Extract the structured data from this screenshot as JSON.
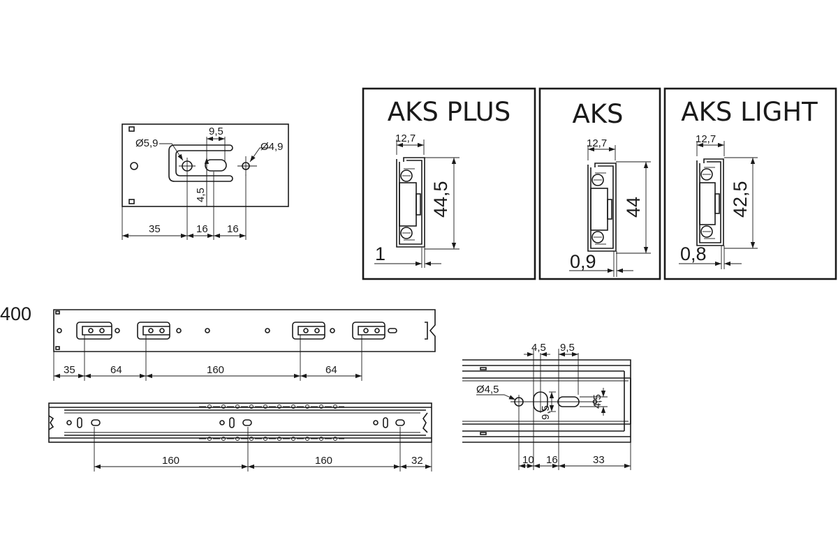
{
  "length_label": "400",
  "profiles": [
    {
      "name": "AKS PLUS",
      "width": "12,7",
      "height": "44,5",
      "thickness": "1"
    },
    {
      "name": "AKS",
      "width": "12,7",
      "height": "44",
      "thickness": "0,9"
    },
    {
      "name": "AKS LIGHT",
      "width": "12,7",
      "height": "42,5",
      "thickness": "0,8"
    }
  ],
  "mount_detail": {
    "hole_large": "Ø5,9",
    "hole_small": "Ø4,9",
    "slot_width": "9,5",
    "slot_height": "4,5",
    "spacing": [
      "35",
      "16",
      "16"
    ]
  },
  "inner_rail": {
    "spacing": [
      "35",
      "64",
      "160",
      "64"
    ]
  },
  "outer_rail": {
    "spacing": [
      "160",
      "160",
      "32"
    ]
  },
  "end_detail": {
    "hole": "Ø4,5",
    "top_dims": [
      "4,5",
      "9,5"
    ],
    "slot_vertical": "9,5",
    "slot_height": "4,5",
    "bottom_dims": [
      "10",
      "16",
      "33"
    ]
  }
}
